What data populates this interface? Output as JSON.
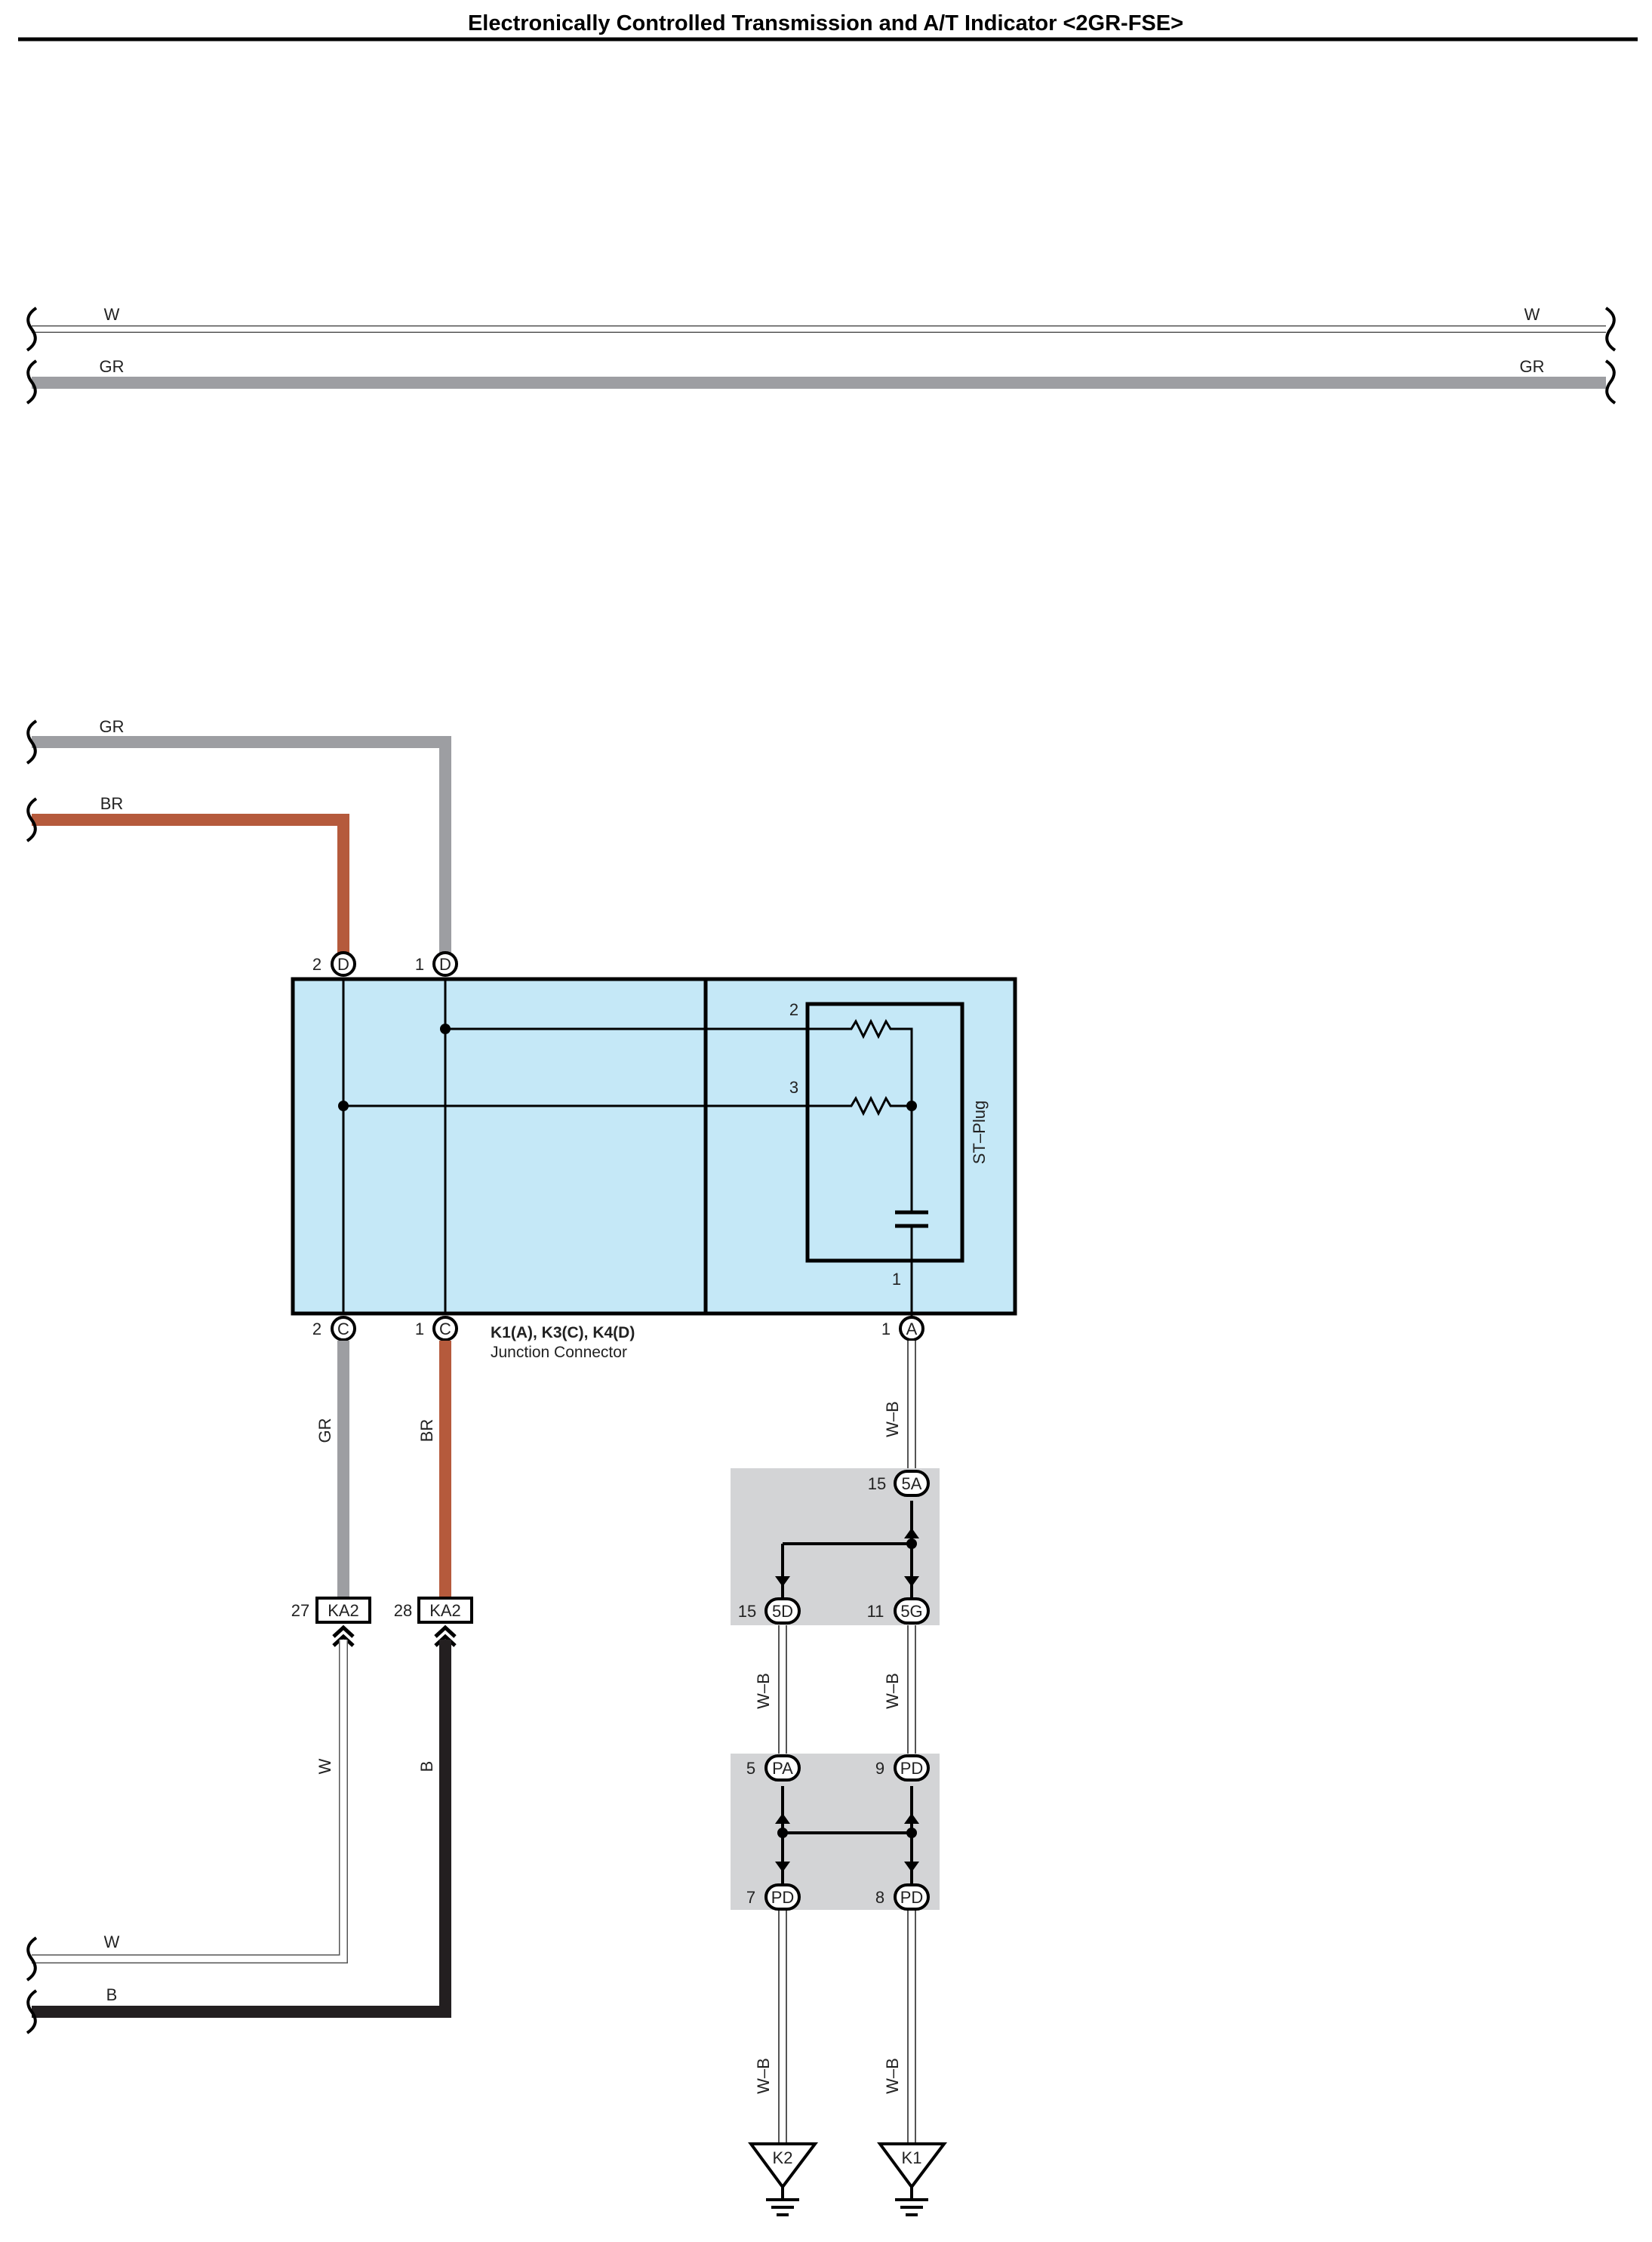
{
  "title": "Electronically Controlled Transmission and A/T Indicator <2GR-FSE>",
  "colors": {
    "GR": "#9d9ea2",
    "BR": "#b55a3c",
    "B": "#231f20",
    "W": "#ffffff",
    "junction_fill": "#c5e8f7",
    "connector_group_fill": "#d3d4d6"
  },
  "wires": {
    "top_w_left": "W",
    "top_w_right": "W",
    "top_gr_left": "GR",
    "top_gr_right": "GR",
    "mid_gr": "GR",
    "mid_br": "BR",
    "vert_gr": "GR",
    "vert_br": "BR",
    "vert_w": "W",
    "vert_b": "B",
    "bot_w": "W",
    "bot_b": "B",
    "wb_1": "W–B",
    "wb_2": "W–B",
    "wb_3": "W–B",
    "wb_4": "W–B",
    "wb_5": "W–B"
  },
  "junction": {
    "name_line1": "K1(A), K3(C), K4(D)",
    "name_line2": "Junction Connector",
    "st_plug": "ST–Plug",
    "pins_top": [
      {
        "num": "2",
        "letter": "D"
      },
      {
        "num": "1",
        "letter": "D"
      }
    ],
    "pins_bottom": [
      {
        "num": "2",
        "letter": "C"
      },
      {
        "num": "1",
        "letter": "C"
      },
      {
        "num": "1",
        "letter": "A"
      }
    ],
    "inner_pins": [
      "2",
      "3",
      "1"
    ]
  },
  "connectors": {
    "ka2_left": {
      "num": "27",
      "label": "KA2"
    },
    "ka2_right": {
      "num": "28",
      "label": "KA2"
    },
    "c5a": {
      "num": "15",
      "label": "5A"
    },
    "c5d": {
      "num": "15",
      "label": "5D"
    },
    "c5g": {
      "num": "11",
      "label": "5G"
    },
    "cpa": {
      "num": "5",
      "label": "PA"
    },
    "cpd9": {
      "num": "9",
      "label": "PD"
    },
    "cpd7": {
      "num": "7",
      "label": "PD"
    },
    "cpd8": {
      "num": "8",
      "label": "PD"
    }
  },
  "grounds": {
    "k2": "K2",
    "k1": "K1"
  }
}
